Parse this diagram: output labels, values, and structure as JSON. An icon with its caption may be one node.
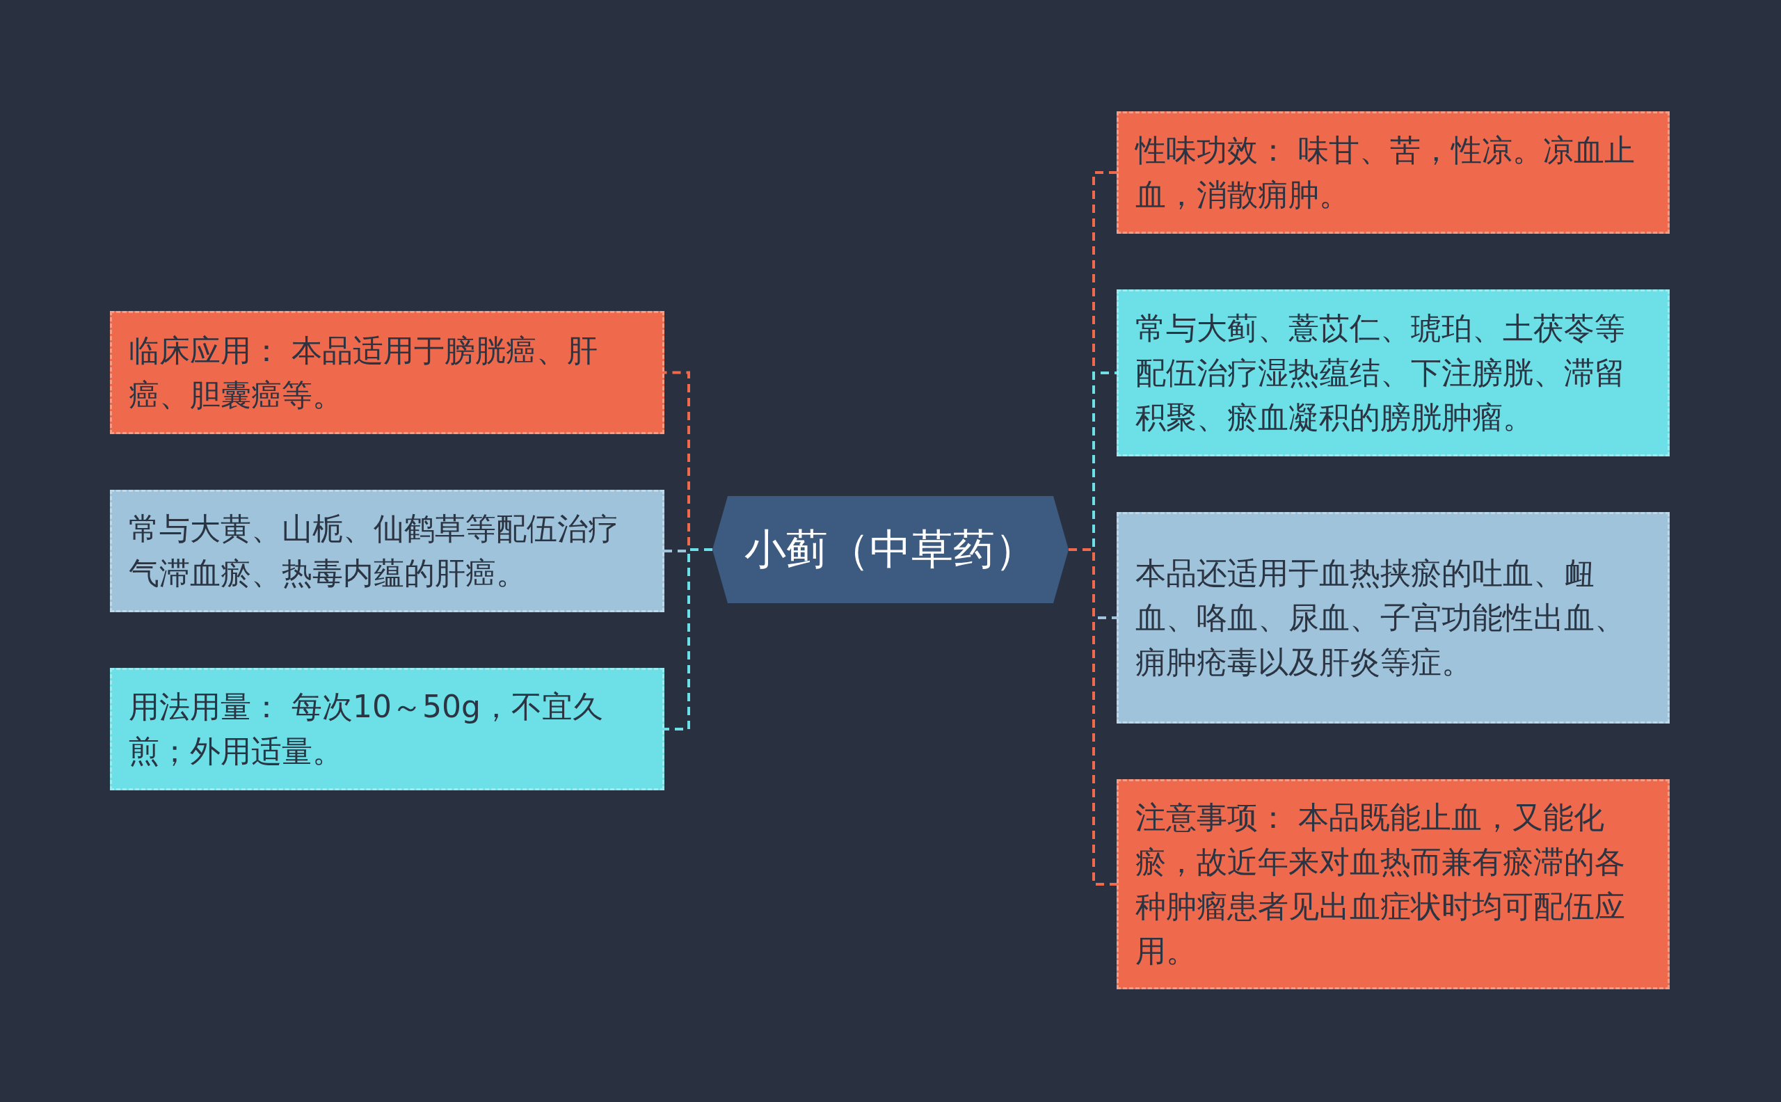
{
  "diagram": {
    "nodes": [
      {
        "text": [
          "小蓟（中草药）"
        ]
      },
      {
        "text": [
          "临床应用： 本品适用于膀胱癌、肝癌、胆囊癌等。"
        ]
      },
      {
        "text": [
          "常与大黄、山栀、仙鹤草等配伍治疗气滞血瘀、热毒内蕴的肝癌。"
        ]
      },
      {
        "text": [
          "用法用量： 每次10～50g，不宜久煎；外用适量。"
        ]
      },
      {
        "text": [
          "性味功效： 味甘、苦，性凉。凉血止血，消散痈肿。"
        ]
      },
      {
        "text": [
          "常与大蓟、薏苡仁、琥珀、土茯苓等配伍治疗湿热蕴结、下注膀胱、滞留积聚、瘀血凝积的膀胱肿瘤。"
        ]
      },
      {
        "text": [
          "本品还适用于血热挟瘀的吐血、衄血、咯血、尿血、子宫功能性出血、痈肿疮毒以及肝炎等症。"
        ]
      },
      {
        "text": [
          "注意事项： 本品既能止血，又能化瘀，故近年来对血热而兼有瘀滞的各种肿瘤患者见出血症状时均可配伍应用。"
        ]
      }
    ],
    "edges": [
      {
        "from": 0,
        "to": 1,
        "arrow": "none",
        "style": "dashed",
        "color": "#ef6a4c"
      },
      {
        "from": 0,
        "to": 2,
        "arrow": "none",
        "style": "dashed",
        "color": "#9ec3da"
      },
      {
        "from": 0,
        "to": 3,
        "arrow": "none",
        "style": "dashed",
        "color": "#6ce0e6"
      },
      {
        "from": 0,
        "to": 4,
        "arrow": "none",
        "style": "dashed",
        "color": "#ef6a4c"
      },
      {
        "from": 0,
        "to": 5,
        "arrow": "none",
        "style": "dashed",
        "color": "#6ce0e6"
      },
      {
        "from": 0,
        "to": 6,
        "arrow": "none",
        "style": "dashed",
        "color": "#9ec3da"
      },
      {
        "from": 0,
        "to": 7,
        "arrow": "none",
        "style": "dashed",
        "color": "#ef6a4c"
      }
    ]
  }
}
